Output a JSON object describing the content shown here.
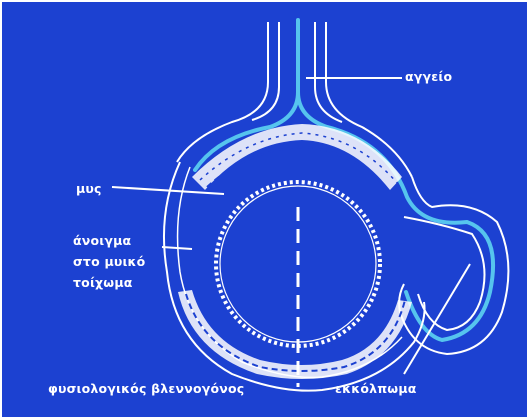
{
  "diagram": {
    "colors": {
      "background": "#1c41d1",
      "outline": "#ffffff",
      "vessel": "#56c4ee",
      "frame": "#ffffff"
    },
    "labels": {
      "vessel": "αγγείο",
      "muscle": "μυς",
      "opening_line1": "άνοιγμα",
      "opening_line2": "στο μυικό",
      "opening_line3": "τοίχωμα",
      "mucosa": "φυσιολογικός βλεννογόνος",
      "diverticulum": "εκκόλπωμα"
    }
  }
}
